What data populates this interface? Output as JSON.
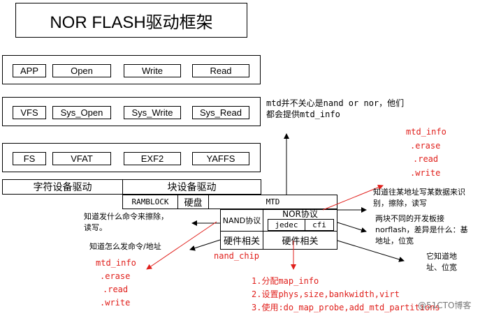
{
  "title": "NOR FLASH驱动框架",
  "layers": {
    "app": [
      "APP",
      "Open",
      "Write",
      "Read"
    ],
    "vfs": [
      "VFS",
      "Sys_Open",
      "Sys_Write",
      "Sys_Read"
    ],
    "fs": [
      "FS",
      "VFAT",
      "EXF2",
      "YAFFS"
    ]
  },
  "drivers": {
    "char": "字符设备驱动",
    "block": "块设备驱动",
    "ramblock": "RAMBLOCK",
    "disk": "硬盘",
    "mtd": "MTD",
    "nand_protocol": "NAND协议",
    "nor_protocol": "NOR协议",
    "jedec": "jedec",
    "cfi": "cfi",
    "hw_left": "硬件相关",
    "hw_right": "硬件相关",
    "nand_chip": "nand_chip"
  },
  "notes": {
    "mtd_line1": "mtd并不关心是nand or nor，他们",
    "mtd_line2": "都会提供mtd_info",
    "mtd_info_top": {
      "title": "mtd_info",
      "items": [
        ".erase",
        ".read",
        ".write"
      ]
    },
    "know_write_1": "知道往某地址写某数据来识",
    "know_write_2": "别，擦除，读写",
    "nand_cmd_1": "知道发什么命令来擦除，",
    "nand_cmd_2": "读写。",
    "nor_diff_1": "两块不同的开发板接",
    "nor_diff_2": "norflash，差异是什么：基",
    "nor_diff_3": "地址，位宽",
    "send_cmd": "知道怎么发命令/地址",
    "mtd_info_bottom": {
      "title": "mtd_info",
      "items": [
        ".erase",
        ".read",
        ".write"
      ]
    },
    "know_addr_1": "它知道地",
    "know_addr_2": "址、位宽",
    "steps": [
      "1.分配map_info",
      "2.设置phys,size,bankwidth,virt",
      "3.使用:do_map_probe,add_mtd_partitions"
    ],
    "watermark": "@51CTO博客"
  }
}
